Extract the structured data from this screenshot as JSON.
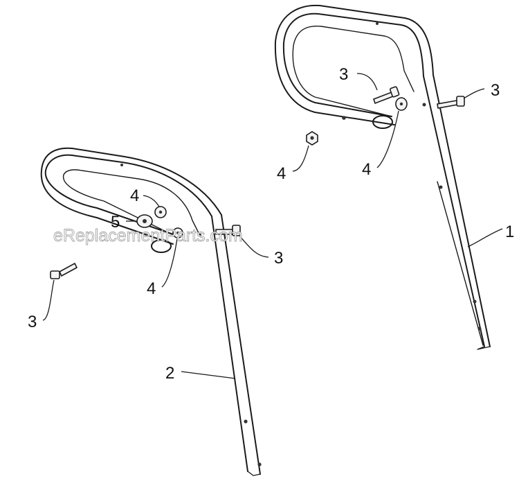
{
  "watermark": "eReplacementParts.com",
  "callouts": [
    {
      "id": "c3-top-left",
      "label": "3"
    },
    {
      "id": "c3-top-right",
      "label": "3"
    },
    {
      "id": "c4-nut",
      "label": "4"
    },
    {
      "id": "c4-top-washer",
      "label": "4"
    },
    {
      "id": "c1",
      "label": "1"
    },
    {
      "id": "c4-upper-left",
      "label": "4"
    },
    {
      "id": "c5",
      "label": "5"
    },
    {
      "id": "c3-mid",
      "label": "3"
    },
    {
      "id": "c4-lower-left",
      "label": "4"
    },
    {
      "id": "c3-lower-left",
      "label": "3"
    },
    {
      "id": "c2",
      "label": "2"
    }
  ]
}
